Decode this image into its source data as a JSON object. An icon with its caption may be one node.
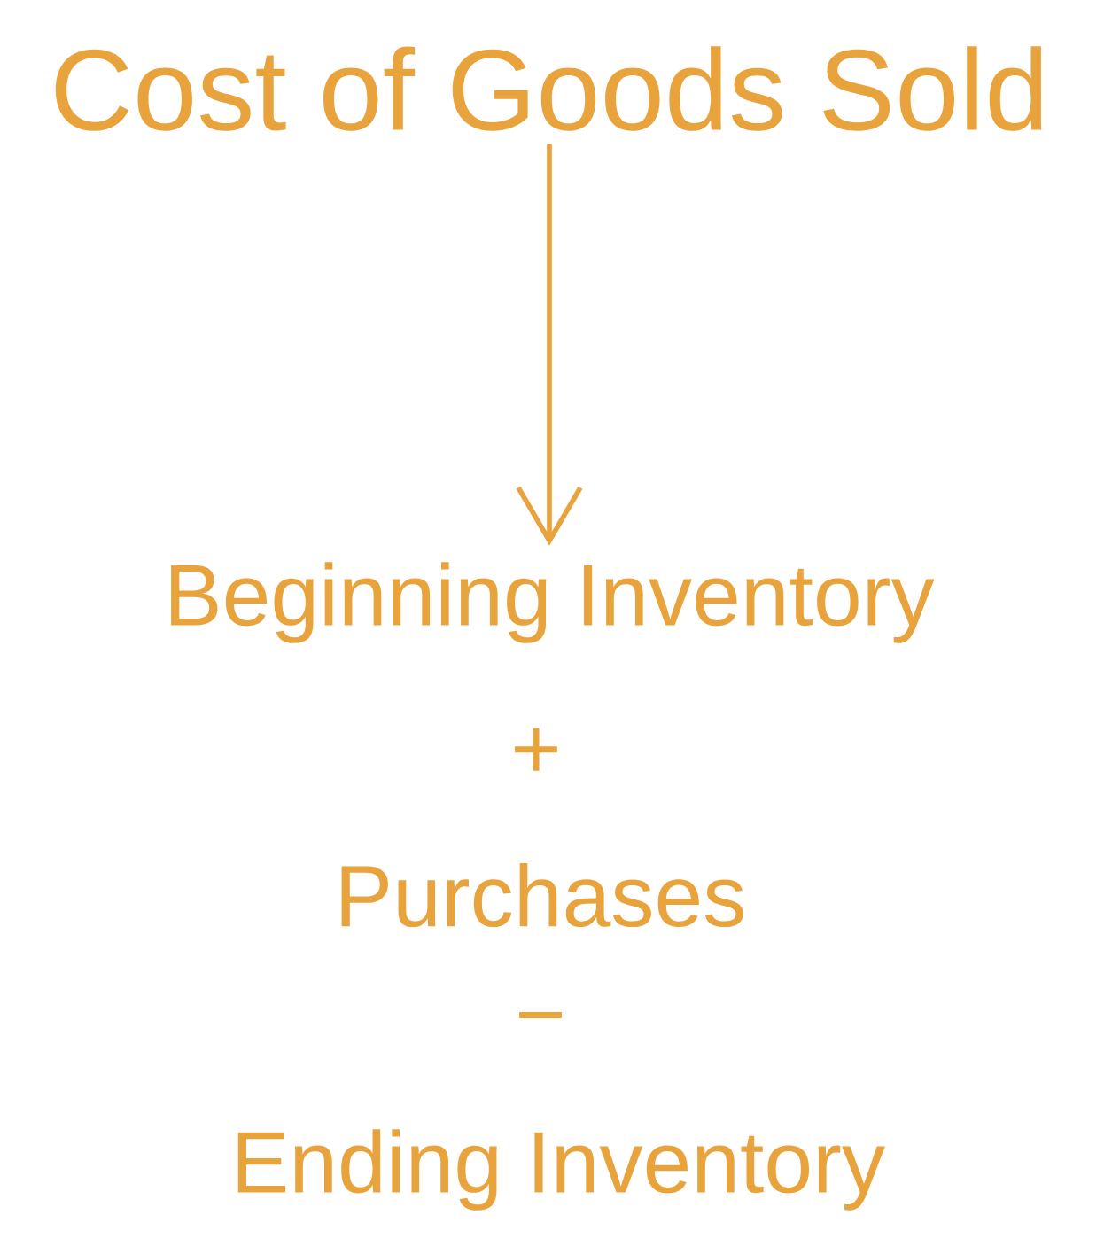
{
  "diagram": {
    "nodes": [
      {
        "text": [
          "Cost of Goods Sold"
        ]
      },
      {
        "text": [
          "Beginning Inventory"
        ]
      }
    ],
    "edges": [
      {
        "from": 0,
        "to": 1,
        "arrow": "to"
      }
    ],
    "labels": [
      "+",
      "Purchases",
      "−",
      "Ending Inventory"
    ]
  }
}
